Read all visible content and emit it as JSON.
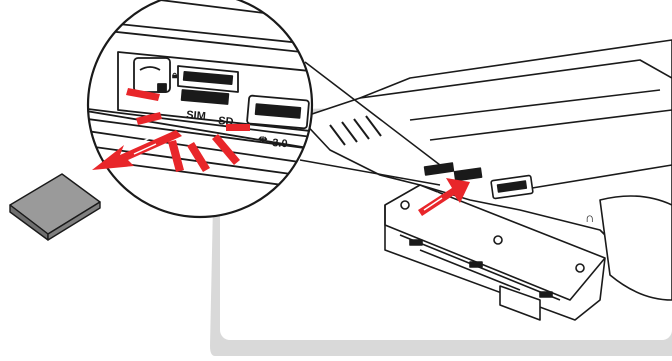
{
  "labels": {
    "sim": "SIM",
    "sd": "SD",
    "usb": "3.0",
    "lock_glyph": "🔒︎",
    "headset_glyph": "∩",
    "usb_glyph": "⇹"
  },
  "colors": {
    "background": "#ffffff",
    "inset_panel": "#d9d9d9",
    "line_art": "#1a1a1a",
    "arrow_red": "#e8262a",
    "arrow_red_light": "#f4878a",
    "card_face": "#9a9a9a",
    "card_side": "#6f6f6f"
  },
  "icons": [
    "sd-card-icon",
    "eject-arrow-icon",
    "insert-arrow-icon",
    "push-indicator-icon"
  ]
}
